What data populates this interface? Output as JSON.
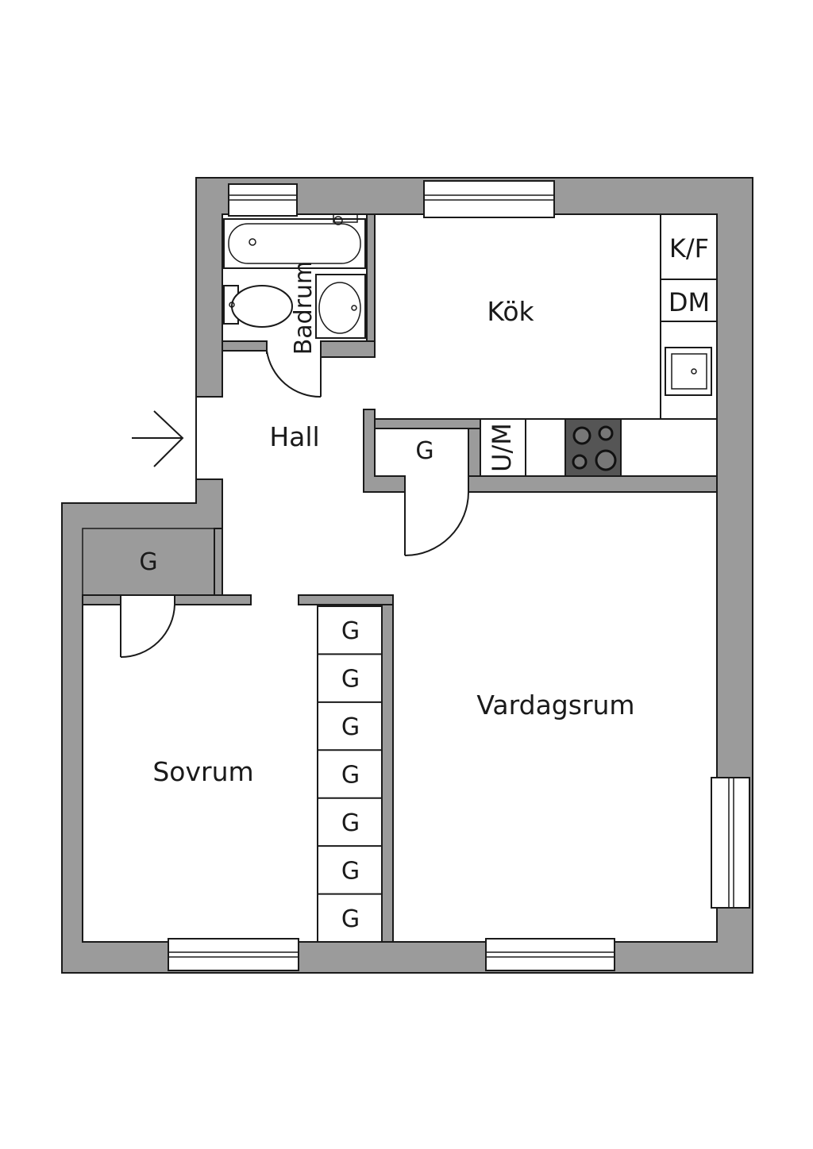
{
  "rooms": {
    "kitchen": "Kök",
    "hall": "Hall",
    "bathroom": "Badrum",
    "bedroom": "Sovrum",
    "living_room": "Vardagsrum"
  },
  "appliances": {
    "fridge_freezer": "K/F",
    "dishwasher": "DM",
    "microwave_oven": "U/M"
  },
  "wardrobe_label": "G",
  "icons": {
    "entrance": "entrance-arrow-icon",
    "bathtub": "bathtub-icon",
    "toilet": "toilet-icon",
    "washbasin": "washbasin-icon",
    "sink": "kitchen-sink-icon",
    "stove": "stove-icon"
  },
  "colors": {
    "wall": "#9b9b9b",
    "line": "#1a1a1a",
    "stove": "#555555"
  }
}
